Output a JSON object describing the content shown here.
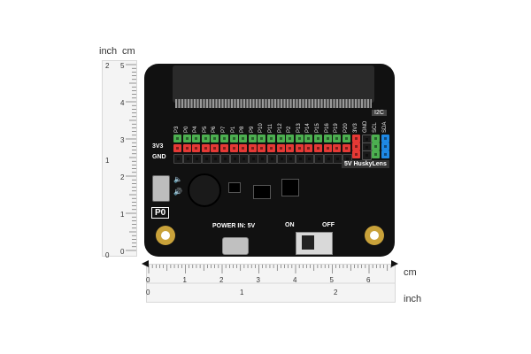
{
  "vertical_ruler": {
    "inch_label": "inch",
    "cm_label": "cm",
    "inch_ticks": [
      "2",
      "1",
      "0"
    ],
    "cm_ticks": [
      "5",
      "4",
      "3",
      "2",
      "1",
      "0"
    ]
  },
  "horizontal_ruler": {
    "cm_label": "cm",
    "inch_label": "inch",
    "cm_ticks": [
      "0",
      "1",
      "2",
      "3",
      "4",
      "5",
      "6"
    ],
    "inch_ticks": [
      "0",
      "1",
      "2"
    ]
  },
  "board": {
    "pin_labels": [
      "P3",
      "P0",
      "P4",
      "P5",
      "P6",
      "P7",
      "P1",
      "P8",
      "P9",
      "P10",
      "P11",
      "P12",
      "P2",
      "P13",
      "P14",
      "P15",
      "P16",
      "P19",
      "P20"
    ],
    "power_labels": [
      "3V3",
      "GND"
    ],
    "i2c_label": "I2C",
    "i2c_pins": [
      "3V3",
      "GND",
      "SCL",
      "SDA"
    ],
    "husky_label": "5V HuskyLens",
    "p0_label": "P0",
    "power_in_label": "POWER IN: 5V",
    "switch_on": "ON",
    "switch_off": "OFF",
    "colors": {
      "board": "#111111",
      "signal_header": "#4caf50",
      "vcc_header": "#e53935",
      "gnd_header": "#1a1a1a",
      "sda_header": "#1e88e5",
      "mount": "#c9a23a"
    }
  }
}
